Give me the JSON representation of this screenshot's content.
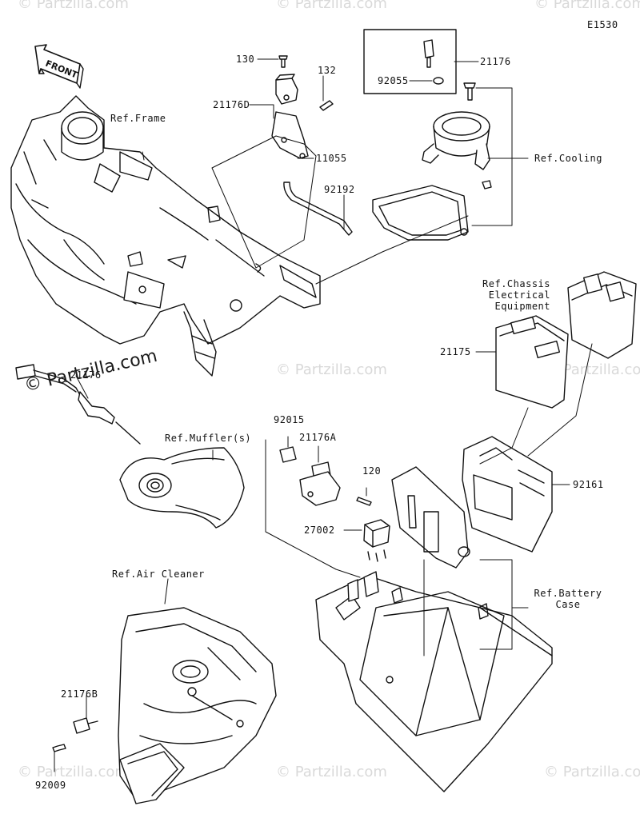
{
  "diagram_code": "E1530",
  "front_label": "FRONT",
  "watermark_main": "© Partzilla.com",
  "watermark_faint": "© Partzilla.com",
  "parts": {
    "p130": "130",
    "p132": "132",
    "p21176D": "21176D",
    "p11055": "11055",
    "p92192": "92192",
    "p21176": "21176",
    "p92055": "92055",
    "p21175": "21175",
    "p92161": "92161",
    "p21176_left": "21176",
    "p92015": "92015",
    "p21176A": "21176A",
    "p120": "120",
    "p27002": "27002",
    "p21176B": "21176B",
    "p92009": "92009"
  },
  "refs": {
    "frame": "Ref.Frame",
    "cooling": "Ref.Cooling",
    "chassis_electrical": "Ref.Chassis\nElectrical\nEquipment",
    "mufflers": "Ref.Muffler(s)",
    "air_cleaner": "Ref.Air Cleaner",
    "battery_case": "Ref.Battery\nCase"
  }
}
